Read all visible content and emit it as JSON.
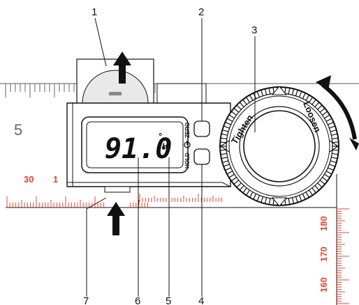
{
  "callouts": {
    "c1": "1",
    "c2": "2",
    "c3": "3",
    "c4": "4",
    "c5": "5",
    "c6": "6",
    "c7": "7"
  },
  "display": {
    "reading": "91.0",
    "degree": "°",
    "unit": "H"
  },
  "buttons": {
    "hold": "HOLD",
    "zero": "ZERO"
  },
  "knob": {
    "tighten": "Tighten",
    "loosen": "Loosen"
  },
  "scales": {
    "top_number": "5",
    "bottom_30": "30",
    "bottom_1": "1",
    "right_180": "180",
    "right_170": "170",
    "right_160": "160"
  },
  "colors": {
    "scale_red": "#e8452f",
    "outline": "#111111",
    "body_fill": "#ffffff",
    "marker_grey": "#888888"
  }
}
